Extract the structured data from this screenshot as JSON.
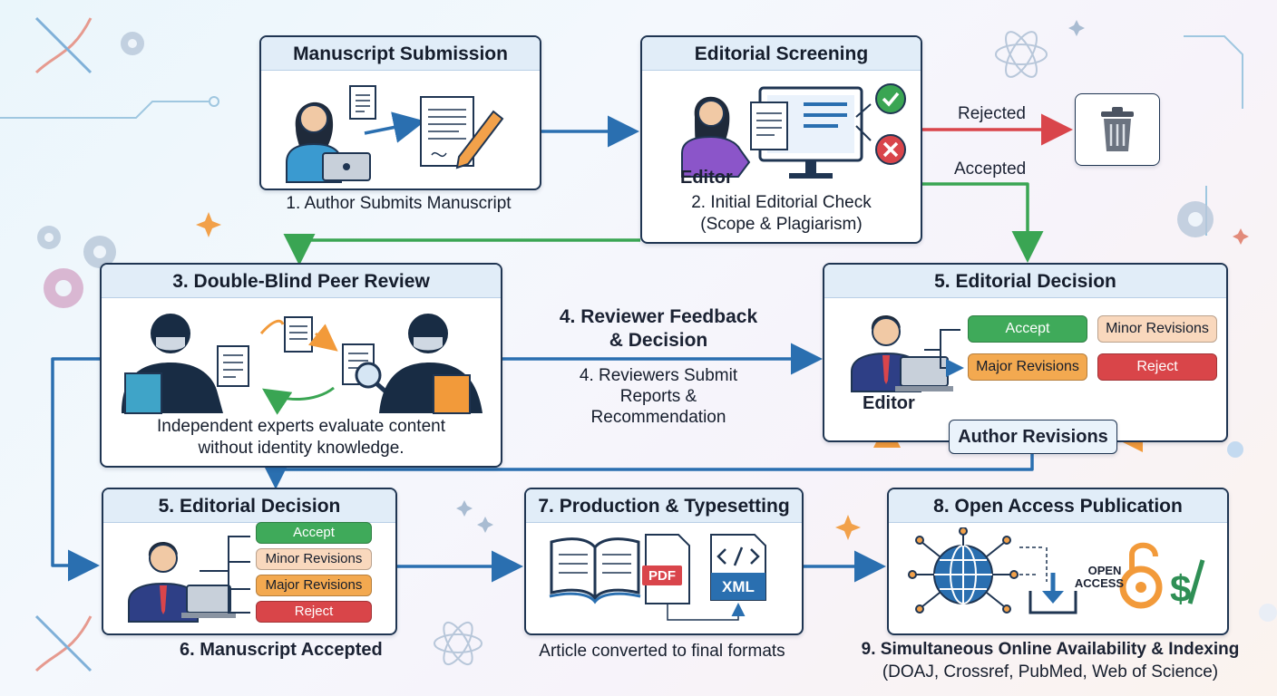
{
  "stages": {
    "submission": {
      "title": "Manuscript Submission",
      "caption": "1. Author Submits Manuscript"
    },
    "screening": {
      "title": "Editorial Screening",
      "editor_label": "Editor",
      "caption_line1": "2. Initial Editorial Check",
      "caption_line2": "(Scope & Plagiarism)",
      "rejected_label": "Rejected",
      "accepted_label": "Accepted"
    },
    "peer_review": {
      "title": "3. Double-Blind Peer Review",
      "desc_line1": "Independent experts evaluate content",
      "desc_line2": "without identity knowledge."
    },
    "feedback": {
      "title_line1": "4. Reviewer Feedback",
      "title_line2": "& Decision",
      "desc_line1": "4. Reviewers Submit",
      "desc_line2": "Reports &",
      "desc_line3": "Recommendation"
    },
    "decision_top": {
      "title": "5. Editorial Decision",
      "editor_label": "Editor",
      "accept": "Accept",
      "minor": "Minor Revisions",
      "major": "Major Revisions",
      "reject": "Reject",
      "author_revisions": "Author Revisions"
    },
    "decision_bottom": {
      "title": "5. Editorial Decision",
      "accept": "Accept",
      "minor": "Minor Revisions",
      "major": "Major Revisions",
      "reject": "Reject",
      "caption": "6. Manuscript Accepted"
    },
    "production": {
      "title": "7. Production & Typesetting",
      "pdf_label": "PDF",
      "xml_label": "XML",
      "caption": "Article converted to final formats"
    },
    "publication": {
      "title": "8. Open Access Publication",
      "open_line1": "OPEN",
      "open_line2": "ACCESS",
      "caption_line1": "9. Simultaneous Online Availability & Indexing",
      "caption_line2": "(DOAJ, Crossref, PubMed, Web of Science)"
    }
  },
  "colors": {
    "navy": "#1f3552",
    "flow_blue": "#2a6fb0",
    "accept_green": "#3aa553",
    "reject_red": "#d9454b",
    "revision_orange": "#f29a3a",
    "header_blue": "#e1edf8"
  },
  "icons": [
    "dna-icon",
    "gear-icon",
    "atom-icon",
    "trash-icon",
    "check-icon",
    "cross-icon",
    "globe-icon",
    "open-access-lock-icon",
    "dollar-slash-icon",
    "download-icon",
    "magnifier-icon",
    "book-icon",
    "pdf-file-icon",
    "xml-file-icon"
  ]
}
